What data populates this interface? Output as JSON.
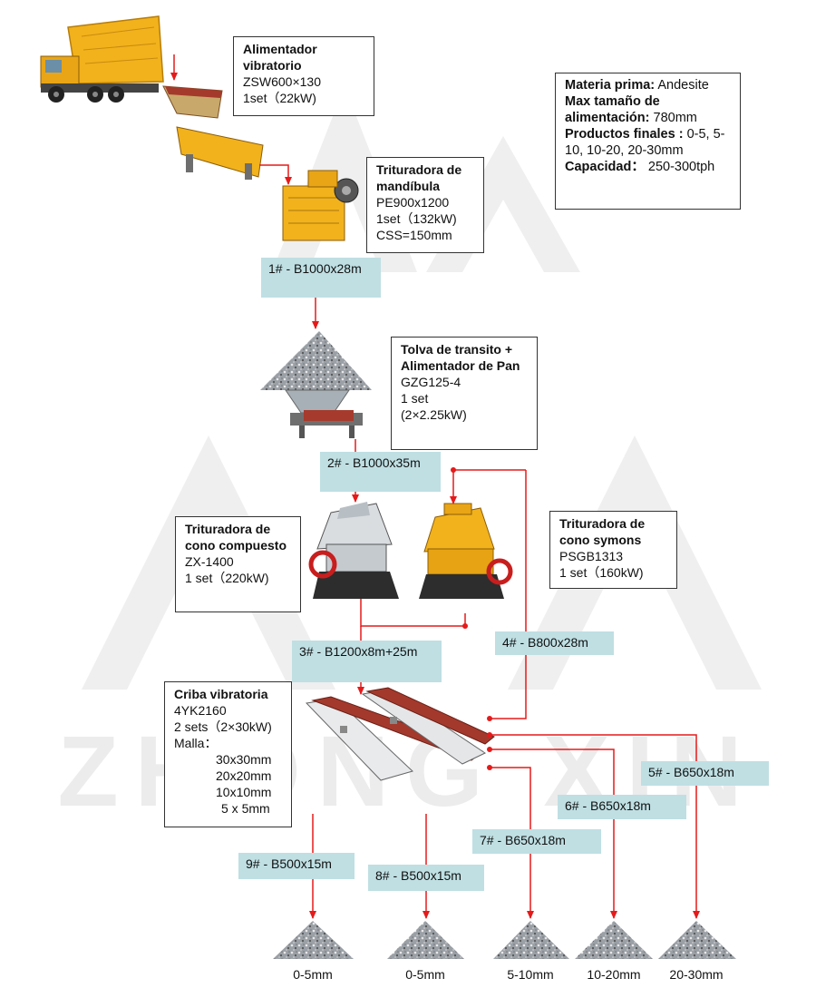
{
  "watermark": "ZHONG XIN",
  "equipment": {
    "feeder": {
      "name": "Alimentador vibratorio",
      "model": "ZSW600×130",
      "spec": "1set（22kW)"
    },
    "jaw": {
      "name": "Trituradora de mandíbula",
      "model": "PE900x1200",
      "spec": "1set（132kW)",
      "extra": "CSS=150mm"
    },
    "hopper": {
      "name": "Tolva de transito + Alimentador de Pan",
      "model": "GZG125-4",
      "spec": "1 set",
      "extra": "(2×2.25kW)"
    },
    "compound_cone": {
      "name": "Trituradora de cono compuesto",
      "model": "ZX-1400",
      "spec": "1 set（220kW)"
    },
    "symons_cone": {
      "name": "Trituradora de cono symons",
      "model": "PSGB1313",
      "spec": "1 set（160kW)"
    },
    "screen": {
      "name": "Criba vibratoria",
      "model": "4YK2160",
      "spec": "2 sets（2×30kW)",
      "mesh_label": "Malla：",
      "mesh": [
        "30x30mm",
        "20x20mm",
        "10x10mm",
        "5 x 5mm"
      ]
    }
  },
  "raw": {
    "material_key": "Materia prima:",
    "material_val": "Andesite",
    "feed_key": "Max tamaño de alimentación:",
    "feed_val": "780mm",
    "products_key": "Productos finales :",
    "products_val": "0-5, 5-10, 10-20, 20-30mm",
    "capacity_key": "Capacidad：",
    "capacity_val": "250-300tph"
  },
  "belts": {
    "b1": "1# - B1000x28m",
    "b2": "2# - B1000x35m",
    "b3": "3# - B1200x8m+25m",
    "b4": "4# - B800x28m",
    "b5": "5# - B650x18m",
    "b6": "6# - B650x18m",
    "b7": "7# - B650x18m",
    "b8": "8# - B500x15m",
    "b9": "9# - B500x15m"
  },
  "products": [
    "0-5mm",
    "0-5mm",
    "5-10mm",
    "10-20mm",
    "20-30mm"
  ],
  "colors": {
    "flow": "#e51a1a",
    "label_bg": "#bfdfe3",
    "machine_yellow": "#f2b21c",
    "watermark": "#efefef"
  }
}
